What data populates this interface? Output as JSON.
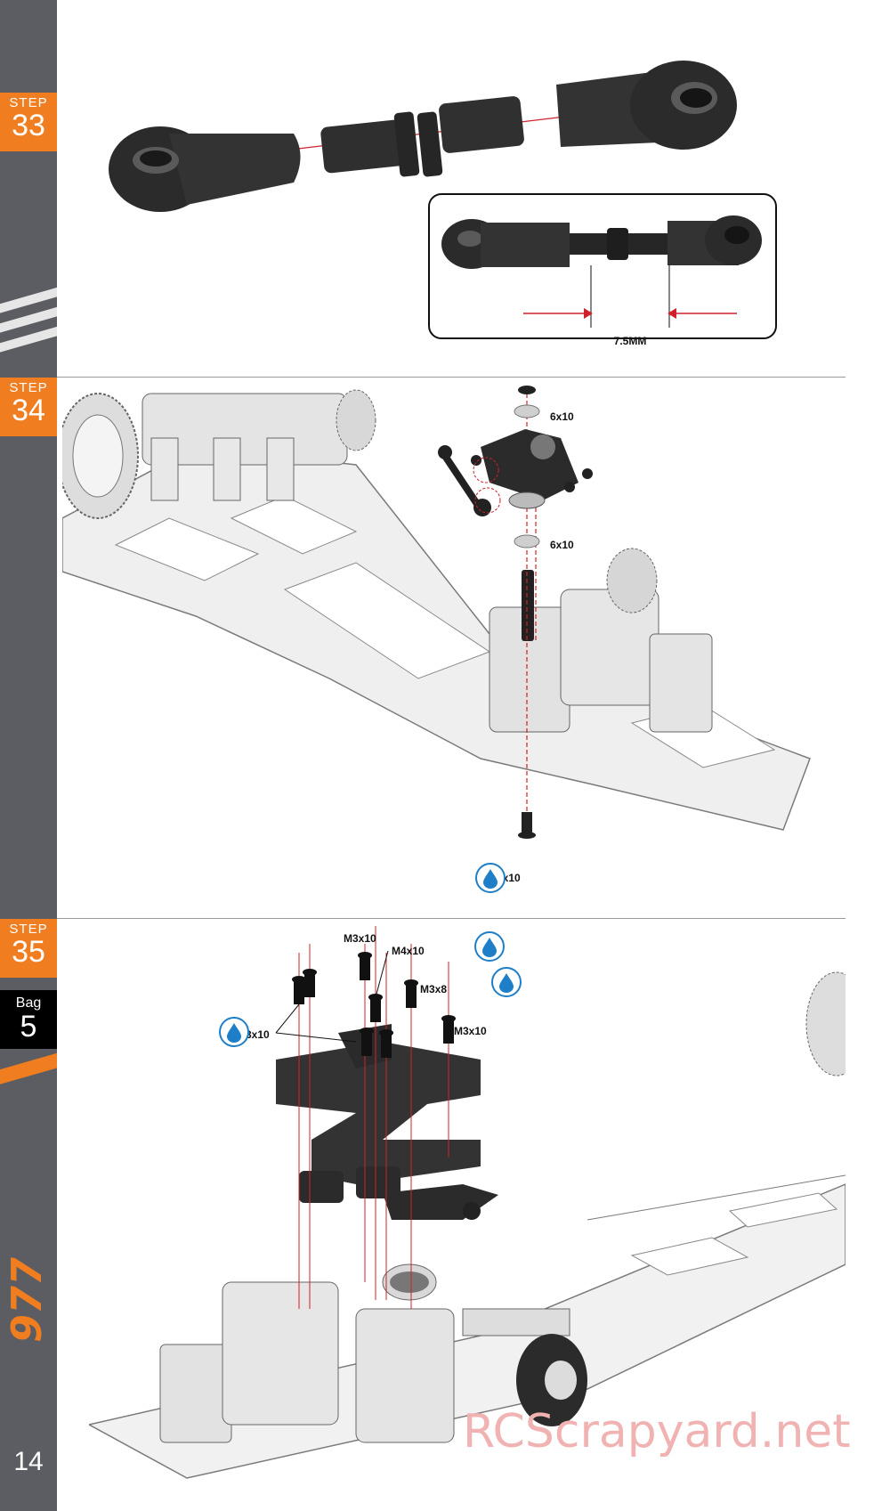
{
  "sidebar": {
    "steps": [
      {
        "label": "STEP",
        "number": "33"
      },
      {
        "label": "STEP",
        "number": "34"
      },
      {
        "label": "STEP",
        "number": "35"
      }
    ],
    "bag": {
      "label": "Bag",
      "number": "5"
    },
    "logo": "977",
    "page_number": "14"
  },
  "step33": {
    "dimension": "7.5MM"
  },
  "step34": {
    "labels": {
      "spacer_top": "6x10",
      "spacer_bottom": "6x10",
      "screw": "M4x10"
    }
  },
  "step35": {
    "labels": {
      "screw_a": "M3x10",
      "screw_b": "M4x10",
      "screw_c": "M3x8",
      "screw_d": "M3x10",
      "screw_e": "M3x10"
    }
  },
  "watermark": "RCScrapyard.net",
  "colors": {
    "accent": "#f07d1f",
    "sidebar": "#5b5d62",
    "dot_line": "#d0202a",
    "drop": "#1e7fc8"
  }
}
